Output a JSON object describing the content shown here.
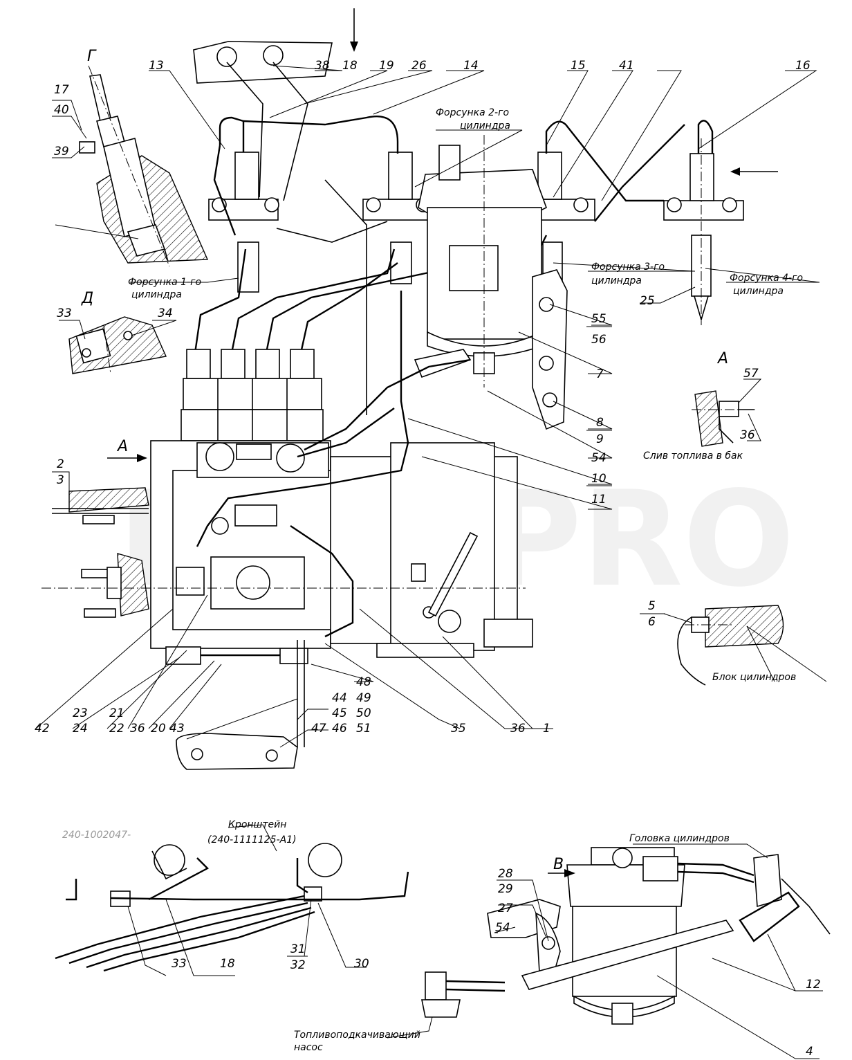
{
  "watermark": "MTZ-PRO",
  "views": {
    "G": "Г",
    "D": "Д",
    "A": "А",
    "V": "В"
  },
  "captions": {
    "injector1": [
      "Форсунка 1-го",
      "цилиндра"
    ],
    "injector2": [
      "Форсунка 2-го",
      "цилиндра"
    ],
    "injector3": [
      "Форсунка 3-го",
      "цилиндра"
    ],
    "injector4": [
      "Форсунка 4-го",
      "цилиндра"
    ],
    "drain": "Слив топлива в бак",
    "block": "Блок цилиндров",
    "bracket": [
      "Кронштейн",
      "(240-1111125-А1)"
    ],
    "faded_code": "240-1002047-",
    "head": "Головка цилиндров",
    "pump": [
      "Топливоподкачивающий",
      "насос"
    ]
  },
  "labels": {
    "l17": "17",
    "l40": "40",
    "l39": "39",
    "l13": "13",
    "l38a": "38",
    "l18a": "18",
    "l19": "19",
    "l26": "26",
    "l14": "14",
    "l15": "15",
    "l41": "41",
    "l16": "16",
    "l33a": "33",
    "l34": "34",
    "l25": "25",
    "l55": "55",
    "l56": "56",
    "l7": "7",
    "l8": "8",
    "l9": "9",
    "l54a": "54",
    "l10": "10",
    "l11": "11",
    "l57": "57",
    "l36a": "36",
    "l2": "2",
    "l3": "3",
    "l5": "5",
    "l6": "6",
    "l48": "48",
    "l44": "44",
    "l49": "49",
    "l45": "45",
    "l50": "50",
    "l47": "47",
    "l46": "46",
    "l51": "51",
    "l42": "42",
    "l23": "23",
    "l24": "24",
    "l21": "21",
    "l22": "22",
    "l36b": "36",
    "l20": "20",
    "l43": "43",
    "l36c": "36",
    "l1": "1",
    "l35": "35",
    "l33b": "33",
    "l18b": "18",
    "l31": "31",
    "l32": "32",
    "l30": "30",
    "l28": "28",
    "l29": "29",
    "l27": "27",
    "l54b": "54",
    "l12": "12",
    "l4": "4"
  }
}
